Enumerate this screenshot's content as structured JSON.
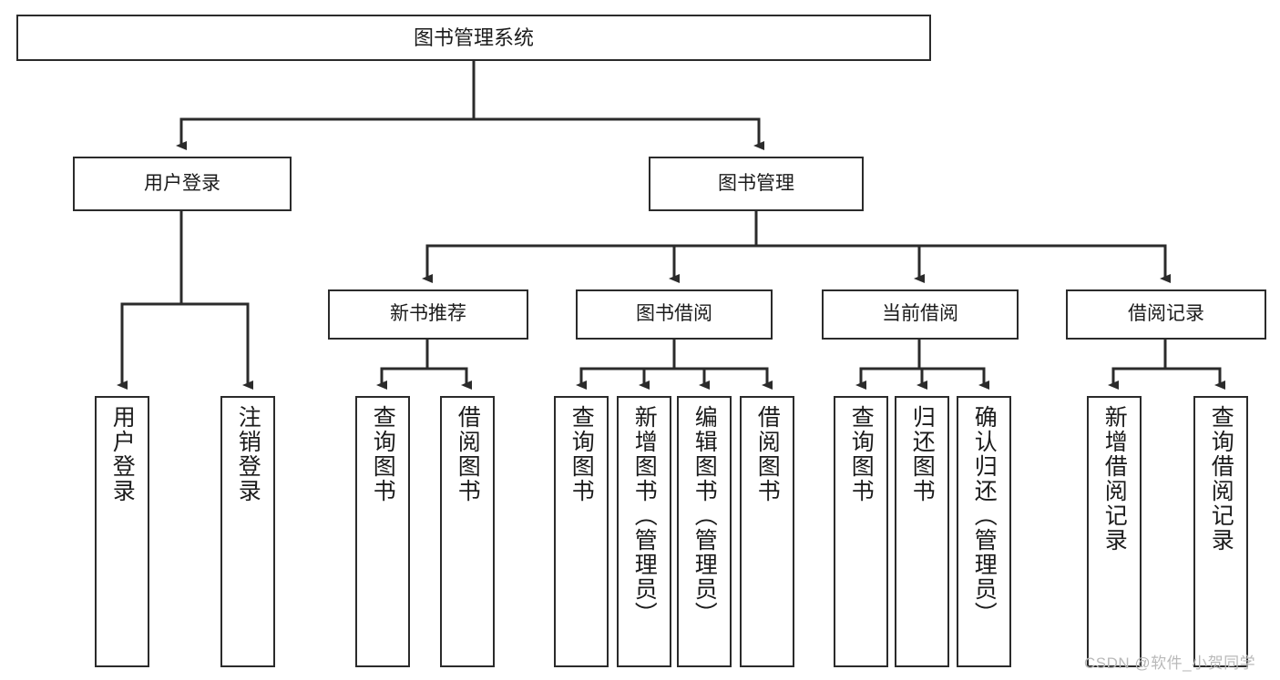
{
  "diagram": {
    "title": "图书管理系统",
    "type": "功能结构图",
    "root": {
      "label": "图书管理系统"
    },
    "level1": [
      {
        "id": "user-login",
        "label": "用户登录"
      },
      {
        "id": "book-management",
        "label": "图书管理"
      }
    ],
    "level2": [
      {
        "id": "new-book-recommend",
        "label": "新书推荐",
        "parent": "book-management"
      },
      {
        "id": "book-borrow",
        "label": "图书借阅",
        "parent": "book-management"
      },
      {
        "id": "current-borrow",
        "label": "当前借阅",
        "parent": "book-management"
      },
      {
        "id": "borrow-record",
        "label": "借阅记录",
        "parent": "book-management"
      }
    ],
    "leaves": [
      {
        "id": "leaf-user-login",
        "label": "用户登录",
        "parent": "user-login"
      },
      {
        "id": "leaf-logout",
        "label": "注销登录",
        "parent": "user-login"
      },
      {
        "id": "leaf-query-book-1",
        "label": "查询图书",
        "parent": "new-book-recommend"
      },
      {
        "id": "leaf-borrow-book-1",
        "label": "借阅图书",
        "parent": "new-book-recommend"
      },
      {
        "id": "leaf-query-book-2",
        "label": "查询图书",
        "parent": "book-borrow"
      },
      {
        "id": "leaf-add-book",
        "label": "新增图书（管理员）",
        "parent": "book-borrow"
      },
      {
        "id": "leaf-edit-book",
        "label": "编辑图书（管理员）",
        "parent": "book-borrow"
      },
      {
        "id": "leaf-borrow-book-2",
        "label": "借阅图书",
        "parent": "book-borrow"
      },
      {
        "id": "leaf-query-book-3",
        "label": "查询图书",
        "parent": "current-borrow"
      },
      {
        "id": "leaf-return-book",
        "label": "归还图书",
        "parent": "current-borrow"
      },
      {
        "id": "leaf-confirm-return",
        "label": "确认归还（管理员）",
        "parent": "current-borrow"
      },
      {
        "id": "leaf-add-record",
        "label": "新增借阅记录",
        "parent": "borrow-record"
      },
      {
        "id": "leaf-query-record",
        "label": "查询借阅记录",
        "parent": "borrow-record"
      }
    ],
    "colors": {
      "stroke": "#2b2b2b",
      "fill": "#ffffff",
      "text": "#1b1b1b",
      "watermark": "#b9b9b9"
    }
  },
  "watermark": {
    "text": "CSDN @软件_小贺同学"
  }
}
